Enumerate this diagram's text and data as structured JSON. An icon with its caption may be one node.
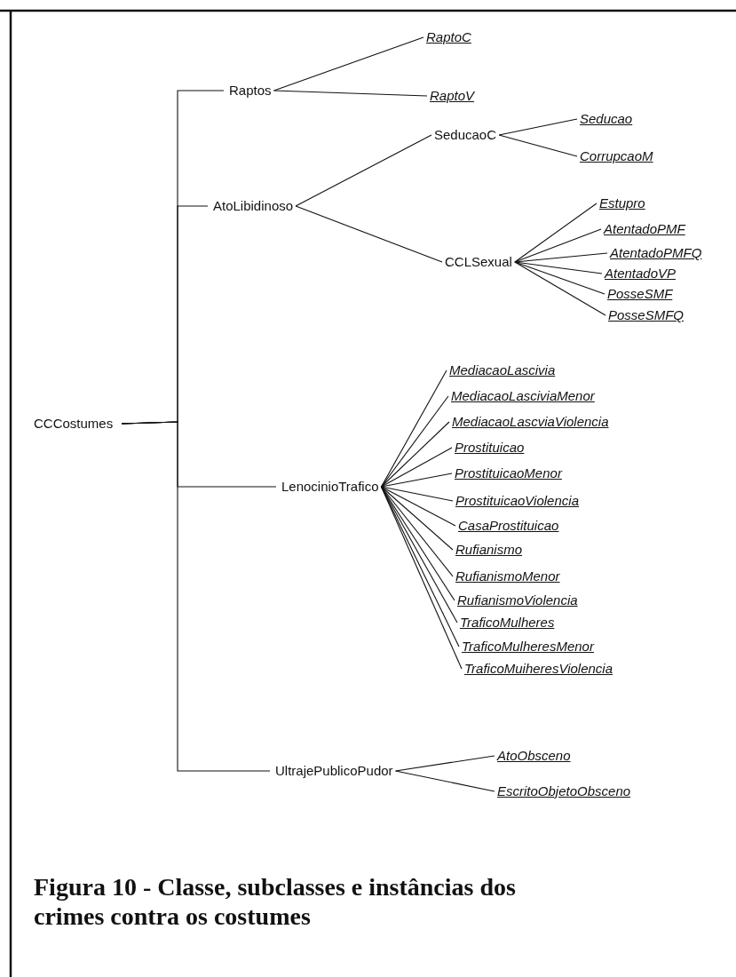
{
  "diagram": {
    "caption": "Figura 10 - Classe, subclasses e instâncias dos crimes contra os costumes",
    "nodes": [
      {
        "text": [
          "CCCostumes"
        ]
      },
      {
        "text": [
          "Raptos"
        ]
      },
      {
        "text": [
          "RaptoC"
        ]
      },
      {
        "text": [
          "RaptoV"
        ]
      },
      {
        "text": [
          "AtoLibidinoso"
        ]
      },
      {
        "text": [
          "SeducaoC"
        ]
      },
      {
        "text": [
          "Seducao"
        ]
      },
      {
        "text": [
          "CorrupcaoM"
        ]
      },
      {
        "text": [
          "CCLSexual"
        ]
      },
      {
        "text": [
          "Estupro"
        ]
      },
      {
        "text": [
          "AtentadoPMF"
        ]
      },
      {
        "text": [
          "AtentadoPMFQ"
        ]
      },
      {
        "text": [
          "AtentadoVP"
        ]
      },
      {
        "text": [
          "PosseSMF"
        ]
      },
      {
        "text": [
          "PosseSMFQ"
        ]
      },
      {
        "text": [
          "LenocinioTrafico"
        ]
      },
      {
        "text": [
          "MediacaoLascivia"
        ]
      },
      {
        "text": [
          "MediacaoLasciviaMenor"
        ]
      },
      {
        "text": [
          "MediacaoLascviaViolencia"
        ]
      },
      {
        "text": [
          "Prostituicao"
        ]
      },
      {
        "text": [
          "ProstituicaoMenor"
        ]
      },
      {
        "text": [
          "ProstituicaoViolencia"
        ]
      },
      {
        "text": [
          "CasaProstituicao"
        ]
      },
      {
        "text": [
          "Rufianismo"
        ]
      },
      {
        "text": [
          "RufianismoMenor"
        ]
      },
      {
        "text": [
          "RufianismoViolencia"
        ]
      },
      {
        "text": [
          "TraficoMulheres"
        ]
      },
      {
        "text": [
          "TraficoMulheresMenor"
        ]
      },
      {
        "text": [
          "TraficoMuiheresViolencia"
        ]
      },
      {
        "text": [
          "UltrajePublicoPudor"
        ]
      },
      {
        "text": [
          "AtoObsceno"
        ]
      },
      {
        "text": [
          "EscritoObjetoObsceno"
        ]
      }
    ],
    "edges": [
      {
        "from": 0,
        "to": 1,
        "arrow": "none"
      },
      {
        "from": 1,
        "to": 2,
        "arrow": "none"
      },
      {
        "from": 1,
        "to": 3,
        "arrow": "none"
      },
      {
        "from": 0,
        "to": 4,
        "arrow": "none"
      },
      {
        "from": 4,
        "to": 5,
        "arrow": "none"
      },
      {
        "from": 5,
        "to": 6,
        "arrow": "none"
      },
      {
        "from": 5,
        "to": 7,
        "arrow": "none"
      },
      {
        "from": 4,
        "to": 8,
        "arrow": "none"
      },
      {
        "from": 8,
        "to": 9,
        "arrow": "none"
      },
      {
        "from": 8,
        "to": 10,
        "arrow": "none"
      },
      {
        "from": 8,
        "to": 11,
        "arrow": "none"
      },
      {
        "from": 8,
        "to": 12,
        "arrow": "none"
      },
      {
        "from": 8,
        "to": 13,
        "arrow": "none"
      },
      {
        "from": 8,
        "to": 14,
        "arrow": "none"
      },
      {
        "from": 0,
        "to": 15,
        "arrow": "none"
      },
      {
        "from": 15,
        "to": 16,
        "arrow": "none"
      },
      {
        "from": 15,
        "to": 17,
        "arrow": "none"
      },
      {
        "from": 15,
        "to": 18,
        "arrow": "none"
      },
      {
        "from": 15,
        "to": 19,
        "arrow": "none"
      },
      {
        "from": 15,
        "to": 20,
        "arrow": "none"
      },
      {
        "from": 15,
        "to": 21,
        "arrow": "none"
      },
      {
        "from": 15,
        "to": 22,
        "arrow": "none"
      },
      {
        "from": 15,
        "to": 23,
        "arrow": "none"
      },
      {
        "from": 15,
        "to": 24,
        "arrow": "none"
      },
      {
        "from": 15,
        "to": 25,
        "arrow": "none"
      },
      {
        "from": 15,
        "to": 26,
        "arrow": "none"
      },
      {
        "from": 15,
        "to": 27,
        "arrow": "none"
      },
      {
        "from": 15,
        "to": 28,
        "arrow": "none"
      },
      {
        "from": 0,
        "to": 29,
        "arrow": "none"
      },
      {
        "from": 29,
        "to": 30,
        "arrow": "none"
      },
      {
        "from": 29,
        "to": 31,
        "arrow": "none"
      }
    ]
  }
}
